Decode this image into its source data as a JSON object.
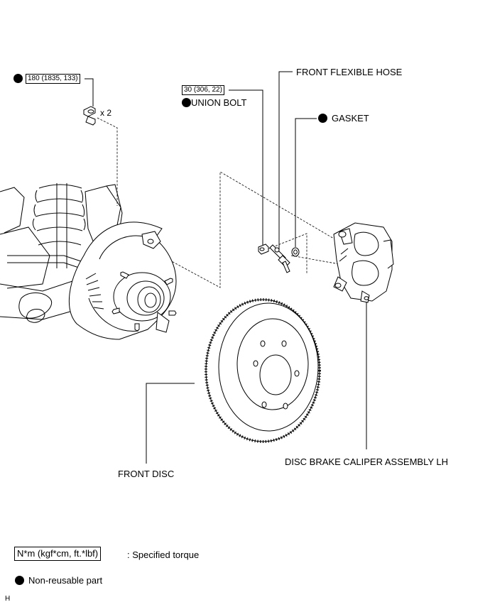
{
  "labels": {
    "front_flexible_hose": "FRONT FLEXIBLE HOSE",
    "gasket": "GASKET",
    "union_bolt": "UNION BOLT",
    "front_disc": "FRONT DISC",
    "caliper": "DISC BRAKE CALIPER ASSEMBLY LH",
    "quantity": "x 2"
  },
  "torques": {
    "caliper_bolt": "180 (1835, 133)",
    "union_bolt": "30 (306, 22)"
  },
  "legend": {
    "torque_box": "N*m (kgf*cm, ft.*lbf)",
    "torque_text": ": Specified torque",
    "non_reusable": "Non-reusable part"
  },
  "corner_mark": "H",
  "icons": [
    "non-reusable-dot-icon"
  ],
  "colors": {
    "ink": "#000000",
    "background": "#ffffff"
  }
}
